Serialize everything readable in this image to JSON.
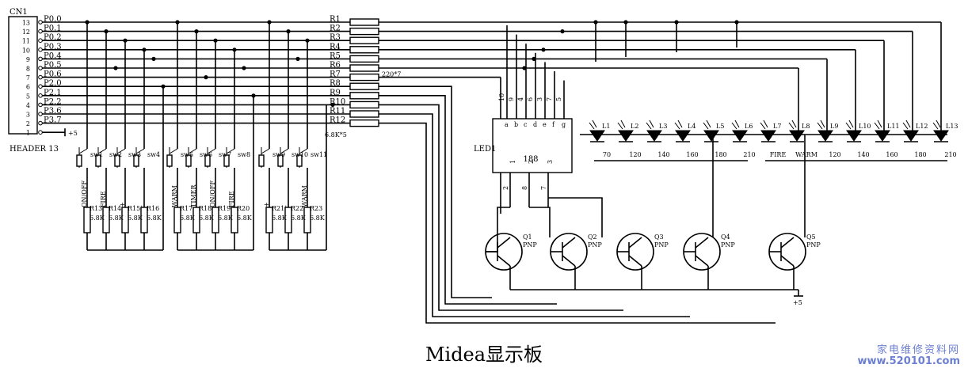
{
  "header": {
    "ref": "CN1",
    "name": "HEADER 13",
    "pins": [
      "13",
      "12",
      "11",
      "10",
      "9",
      "8",
      "7",
      "6",
      "5",
      "4",
      "3",
      "2",
      "1"
    ],
    "nets": [
      "P0.0",
      "P0.1",
      "P0.2",
      "P0.3",
      "P0.4",
      "P0.5",
      "P0.6",
      "P2.0",
      "P2.1",
      "P2.2",
      "P3.6",
      "P3.7"
    ],
    "plus5": "+5"
  },
  "resistors": {
    "labels": [
      "R1",
      "R2",
      "R3",
      "R4",
      "R5",
      "R6",
      "R7",
      "R8",
      "R9",
      "R10",
      "R11",
      "R12"
    ],
    "note_r7": "220*7",
    "note_bottom": "6.8K*5"
  },
  "switches": {
    "labels": [
      "sw1",
      "sw2",
      "sw3",
      "sw4",
      "sw5",
      "sw6",
      "sw7",
      "sw8",
      "sw9",
      "sw10",
      "sw11"
    ],
    "functions": [
      "ON/OFF",
      "FIRE",
      "+",
      "-",
      "WARM",
      "TIMER",
      "ON/OFF",
      "FIRE",
      "+",
      "-",
      "WARM"
    ]
  },
  "pulldowns": {
    "labels": [
      "R13",
      "R14",
      "R15",
      "R16",
      "R17",
      "R18",
      "R19",
      "R20",
      "R21",
      "R22",
      "R23"
    ],
    "value": "6.8K"
  },
  "display": {
    "ref": "LED1",
    "digits": "188",
    "top_pins": [
      "10",
      "9",
      "4",
      "6",
      "3",
      "7",
      "5"
    ],
    "segments": [
      "a",
      "b",
      "c",
      "d",
      "e",
      "f",
      "g"
    ],
    "left_pins": [
      "1",
      "2",
      "3"
    ],
    "bottom_pins": [
      "2",
      "8",
      "7"
    ]
  },
  "transistors": {
    "labels": [
      "Q1",
      "Q2",
      "Q3",
      "Q4",
      "Q5"
    ],
    "type": "PNP",
    "supply": "+5"
  },
  "leds": {
    "labels": [
      "L1",
      "L2",
      "L3",
      "L4",
      "L5",
      "L6",
      "L7",
      "L8",
      "L9",
      "L10",
      "L11",
      "L12",
      "L13"
    ],
    "group_values": [
      "70",
      "120",
      "140",
      "160",
      "180",
      "210",
      "FIRE",
      "WARM",
      "120",
      "140",
      "160",
      "180",
      "210"
    ]
  },
  "caption": "Midea显示板",
  "watermark": {
    "cn": "家电维修资料网",
    "url": "www.520101.com"
  }
}
